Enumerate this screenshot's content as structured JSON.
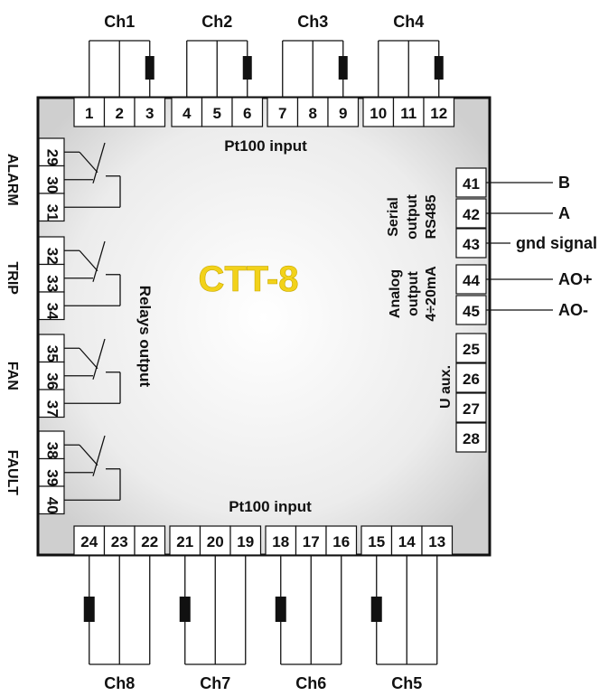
{
  "title": "CTT-8",
  "pt100_top": "Pt100 input",
  "pt100_bottom": "Pt100 input",
  "relays_label": "Relays output",
  "serial": [
    "Serial",
    "output",
    "RS485"
  ],
  "analog": [
    "Analog",
    "output",
    "4÷20mA"
  ],
  "uaux_label": "U aux.",
  "channels_top": [
    {
      "name": "Ch1",
      "terminals": [
        "1",
        "2",
        "3"
      ]
    },
    {
      "name": "Ch2",
      "terminals": [
        "4",
        "5",
        "6"
      ]
    },
    {
      "name": "Ch3",
      "terminals": [
        "7",
        "8",
        "9"
      ]
    },
    {
      "name": "Ch4",
      "terminals": [
        "10",
        "11",
        "12"
      ]
    }
  ],
  "channels_bottom": [
    {
      "name": "Ch8",
      "terminals": [
        "24",
        "23",
        "22"
      ]
    },
    {
      "name": "Ch7",
      "terminals": [
        "21",
        "20",
        "19"
      ]
    },
    {
      "name": "Ch6",
      "terminals": [
        "18",
        "17",
        "16"
      ]
    },
    {
      "name": "Ch5",
      "terminals": [
        "15",
        "14",
        "13"
      ]
    }
  ],
  "relays": [
    {
      "name": "ALARM",
      "terminals": [
        "29",
        "30",
        "31"
      ]
    },
    {
      "name": "TRIP",
      "terminals": [
        "32",
        "33",
        "34"
      ]
    },
    {
      "name": "FAN",
      "terminals": [
        "35",
        "36",
        "37"
      ]
    },
    {
      "name": "FAULT",
      "terminals": [
        "38",
        "39",
        "40"
      ]
    }
  ],
  "right_terminals": [
    {
      "num": "41",
      "label": "B"
    },
    {
      "num": "42",
      "label": "A"
    },
    {
      "num": "43",
      "label": "gnd signal"
    },
    {
      "num": "44",
      "label": "AO+"
    },
    {
      "num": "45",
      "label": "AO-"
    },
    {
      "num": "25",
      "label": ""
    },
    {
      "num": "26",
      "label": ""
    },
    {
      "num": "27",
      "label": ""
    },
    {
      "num": "28",
      "label": ""
    }
  ]
}
